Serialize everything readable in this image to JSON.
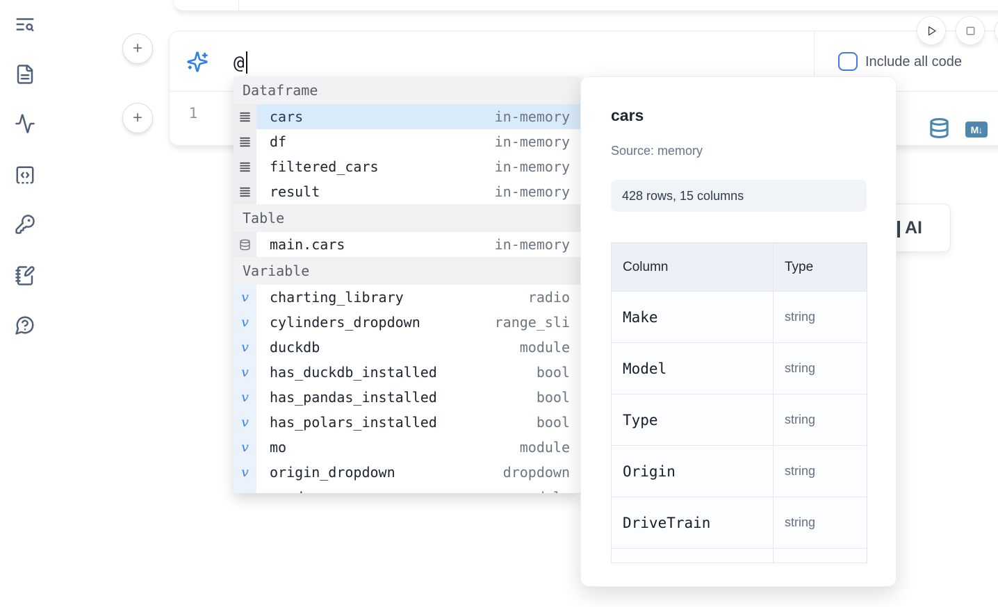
{
  "colors": {
    "accent_blue": "#2e7ff0",
    "checkbox_blue": "#3b7ce8",
    "steel_blue": "#4e86ad",
    "selection_bg": "#d9eafb",
    "text_dark": "#1b2430",
    "text_gray": "#64748b"
  },
  "sidebar": {
    "items": [
      {
        "icon": "toc-search"
      },
      {
        "icon": "file-document"
      },
      {
        "icon": "activity-pulse"
      },
      {
        "icon": "code-snippets"
      },
      {
        "icon": "secrets-key"
      },
      {
        "icon": "scratchpad-notebook"
      },
      {
        "icon": "help-chat"
      }
    ]
  },
  "cell": {
    "add_button_top": "+",
    "add_button_bottom": "+",
    "ai_input": {
      "value": "@",
      "icon": "sparkles"
    },
    "include_all_code": {
      "label": "Include all code",
      "checked": false
    },
    "line_number": "1",
    "markdown_badge": "M↓"
  },
  "autocomplete": {
    "sections": [
      {
        "label": "Dataframe",
        "items": [
          {
            "name": "cars",
            "value": "in-memory",
            "selected": true
          },
          {
            "name": "df",
            "value": "in-memory"
          },
          {
            "name": "filtered_cars",
            "value": "in-memory"
          },
          {
            "name": "result",
            "value": "in-memory"
          }
        ]
      },
      {
        "label": "Table",
        "items": [
          {
            "name": "main.cars",
            "value": "in-memory"
          }
        ]
      },
      {
        "label": "Variable",
        "items": [
          {
            "name": "charting_library",
            "value": "radio"
          },
          {
            "name": "cylinders_dropdown",
            "value": "range_sli"
          },
          {
            "name": "duckdb",
            "value": "module"
          },
          {
            "name": "has_duckdb_installed",
            "value": "bool"
          },
          {
            "name": "has_pandas_installed",
            "value": "bool"
          },
          {
            "name": "has_polars_installed",
            "value": "bool"
          },
          {
            "name": "mo",
            "value": "module"
          },
          {
            "name": "origin_dropdown",
            "value": "dropdown"
          },
          {
            "name": "pandas",
            "value": "module"
          }
        ]
      }
    ],
    "variable_glyph": "v"
  },
  "preview": {
    "title": "cars",
    "source": "Source: memory",
    "shape_badge": "428 rows, 15 columns",
    "table": {
      "headers": [
        "Column",
        "Type"
      ],
      "rows": [
        [
          "Make",
          "string"
        ],
        [
          "Model",
          "string"
        ],
        [
          "Type",
          "string"
        ],
        [
          "Origin",
          "string"
        ],
        [
          "DriveTrain",
          "string"
        ]
      ]
    }
  },
  "ai_button": {
    "visible_label": "AI"
  }
}
